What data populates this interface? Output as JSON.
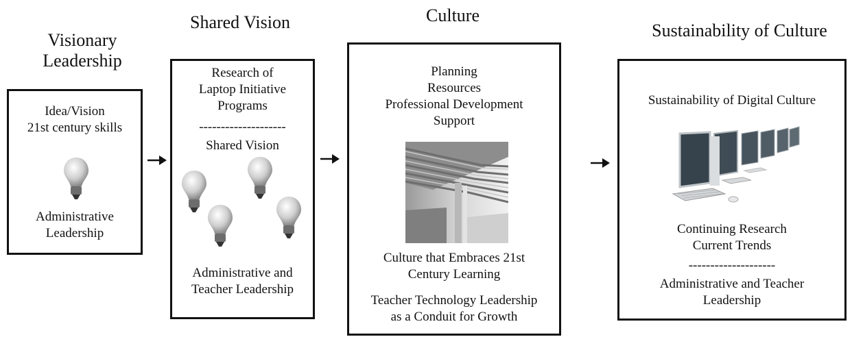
{
  "stages": [
    {
      "title": "Visionary Leadership",
      "box": {
        "lines_top": [
          "Idea/Vision",
          "21st century skills"
        ],
        "icon": "lightbulb-icon",
        "lines_bottom": [
          "Administrative",
          "Leadership"
        ]
      }
    },
    {
      "title": "Shared Vision",
      "box": {
        "lines_top": [
          "Research of",
          "Laptop Initiative",
          "Programs"
        ],
        "divider": "--------------------",
        "subtitle": "Shared Vision",
        "icon": "lightbulb-icon",
        "lines_bottom": [
          "Administrative and",
          "Teacher Leadership"
        ]
      }
    },
    {
      "title": "Culture",
      "box": {
        "lines_top": [
          "Planning",
          "Resources",
          "Professional Development",
          "Support"
        ],
        "image": "server-room-conduit-photo",
        "lines_middle": [
          "Culture that Embraces 21st",
          "Century Learning"
        ],
        "lines_bottom": [
          "Teacher Technology Leadership",
          "as a Conduit for Growth"
        ]
      }
    },
    {
      "title": "Sustainability of Culture",
      "box": {
        "lines_top": [
          "Sustainability of Digital Culture"
        ],
        "image": "computer-lab-photo",
        "lines_middle": [
          "Continuing Research",
          "Current Trends"
        ],
        "divider": "--------------------",
        "lines_bottom": [
          "Administrative and Teacher",
          "Leadership"
        ]
      }
    }
  ],
  "colors": {
    "stroke": "#111111",
    "background": "#ffffff"
  },
  "arrow_icon": "right-arrow-icon"
}
